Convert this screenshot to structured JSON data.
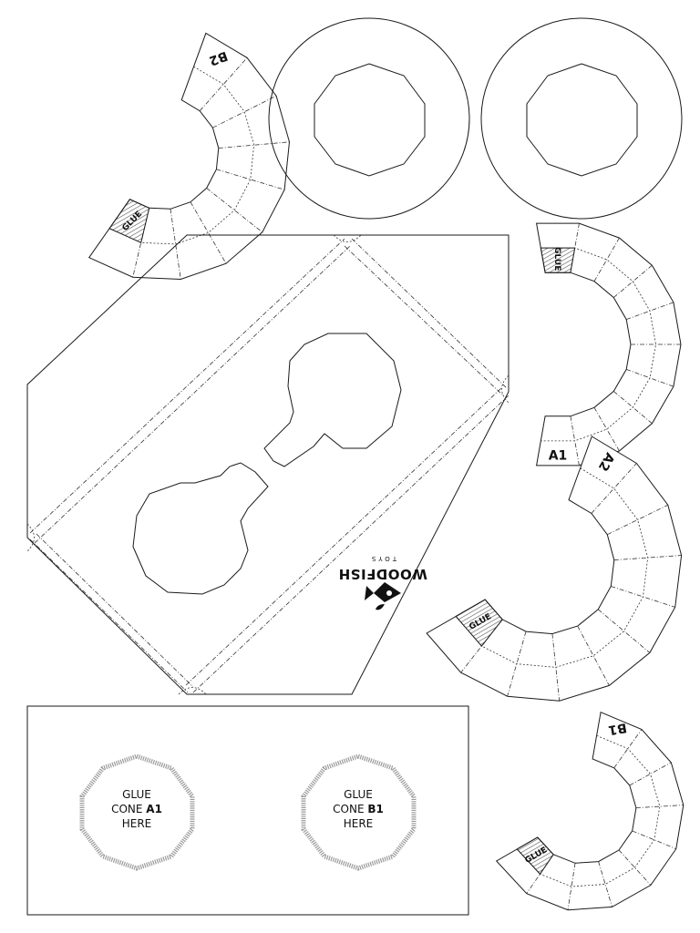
{
  "labels": {
    "b2": "B2",
    "a1": "A1",
    "a2": "A2",
    "b1": "B1",
    "glue": "GLUE"
  },
  "brand": {
    "name": "WOODFISH",
    "tagline": "TOYS"
  },
  "glue_zones": {
    "a": {
      "line1": "GLUE",
      "line2_prefix": "CONE ",
      "line2_bold": "A1",
      "line3": "HERE"
    },
    "b": {
      "line1": "GLUE",
      "line2_prefix": "CONE ",
      "line2_bold": "B1",
      "line3": "HERE"
    }
  },
  "colors": {
    "line": "#1a1a1a",
    "hatch": "#8a8a8a",
    "paper": "#ffffff"
  }
}
